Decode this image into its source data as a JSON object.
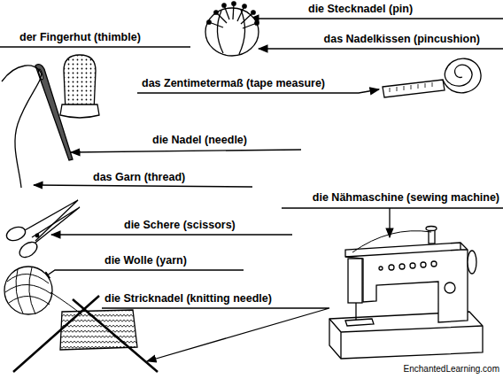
{
  "diagram": {
    "labels": [
      "die Stecknadel (pin)",
      "das Nadelkissen (pincushion)",
      "der Fingerhut (thimble)",
      "das Zentimetermaß (tape measure)",
      "die Nadel (needle)",
      "das Garn (thread)",
      "die Nähmaschine (sewing machine)",
      "die Schere (scissors)",
      "die Wolle (yarn)",
      "die Stricknadel (knitting needle)",
      "EnchantedLearning.com"
    ]
  }
}
